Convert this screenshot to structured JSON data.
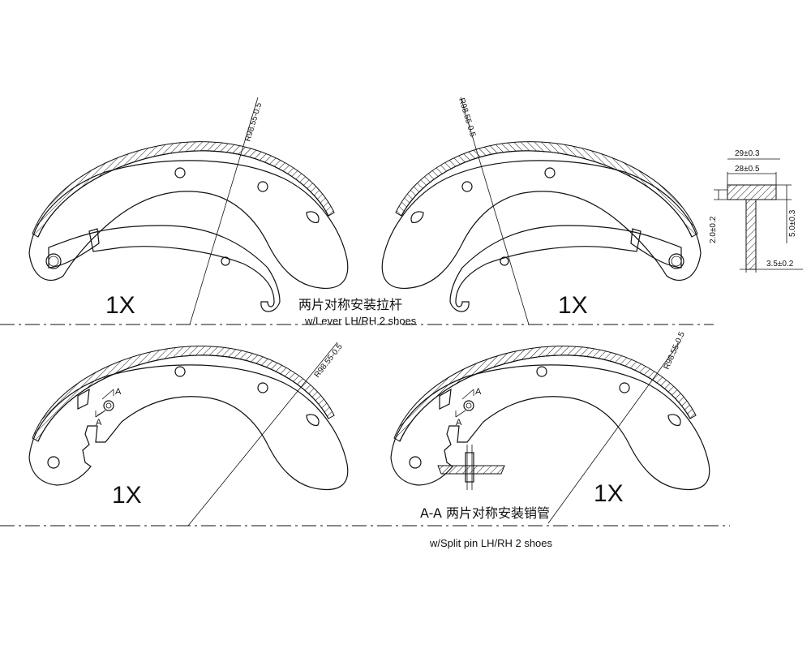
{
  "shoes": [
    {
      "quantity": "1X",
      "radius_label": "R98.55-0.5"
    },
    {
      "quantity": "1X",
      "radius_label": "R98.55-0.5"
    },
    {
      "quantity": "1X",
      "radius_label": "R98.55-0.5"
    },
    {
      "quantity": "1X",
      "radius_label": "R98.55-0.5"
    }
  ],
  "notes": {
    "lever_cn": "两片对称安装拉杆",
    "lever_en": "w/Lever  LH/RH 2 shoes",
    "split_pin_cn": "A-A  两片对称安装销管",
    "split_pin_en": "w/Split  pin LH/RH 2 shoes"
  },
  "section_marks": {
    "left": "A",
    "right": "A"
  },
  "lining_section": {
    "dims": {
      "overall_width": "29±0.3",
      "lining_width": "28±0.5",
      "rim_thickness": "2.0±0.2",
      "lining_thickness": "5.0±0.3",
      "web_thickness": "3.5±0.2"
    }
  }
}
